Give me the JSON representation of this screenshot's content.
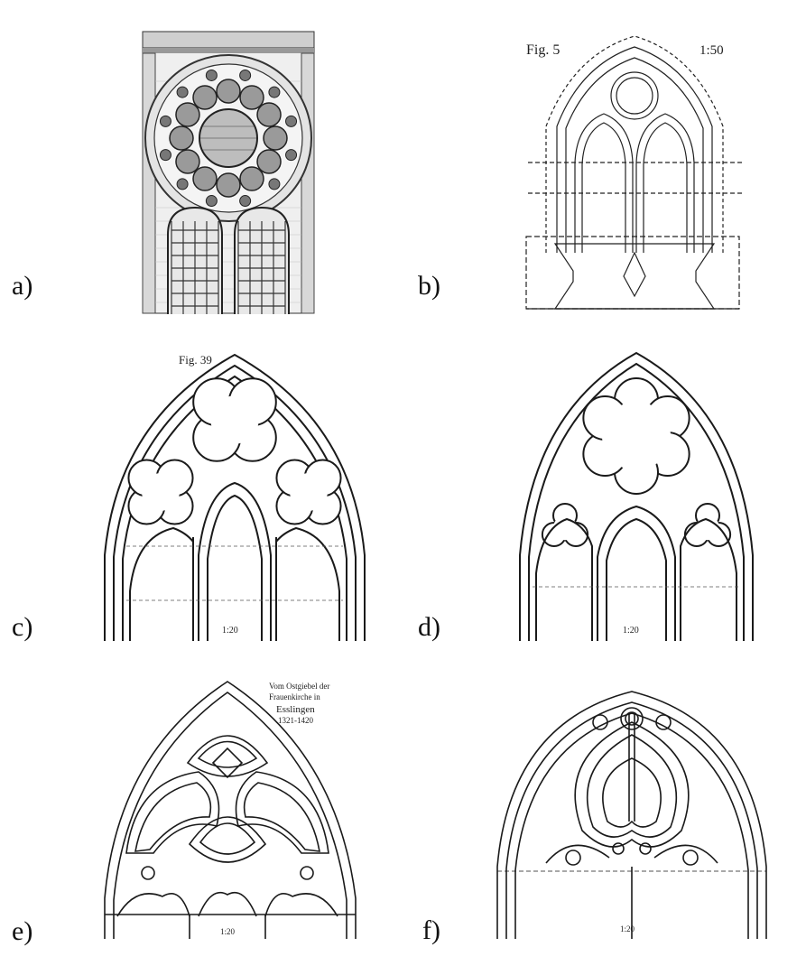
{
  "panels": [
    {
      "id": "a",
      "label": "a)"
    },
    {
      "id": "b",
      "label": "b)",
      "fig": "Fig. 5",
      "scale": "1:50"
    },
    {
      "id": "c",
      "label": "c)",
      "fig": "Fig. 39",
      "scale": "1:20"
    },
    {
      "id": "d",
      "label": "d)",
      "scale": "1:20"
    },
    {
      "id": "e",
      "label": "e)",
      "note": [
        "Vom Ostgiebel der",
        "Frauenkirche in",
        "Esslingen",
        "1321-1420"
      ],
      "scale": "1:20"
    },
    {
      "id": "f",
      "label": "f)",
      "scale": "1:20"
    }
  ],
  "colors": {
    "ink": "#1a1a1a",
    "shade": "#2b2b2b",
    "wall": "#f1f1f1",
    "paper": "#ffffff"
  }
}
